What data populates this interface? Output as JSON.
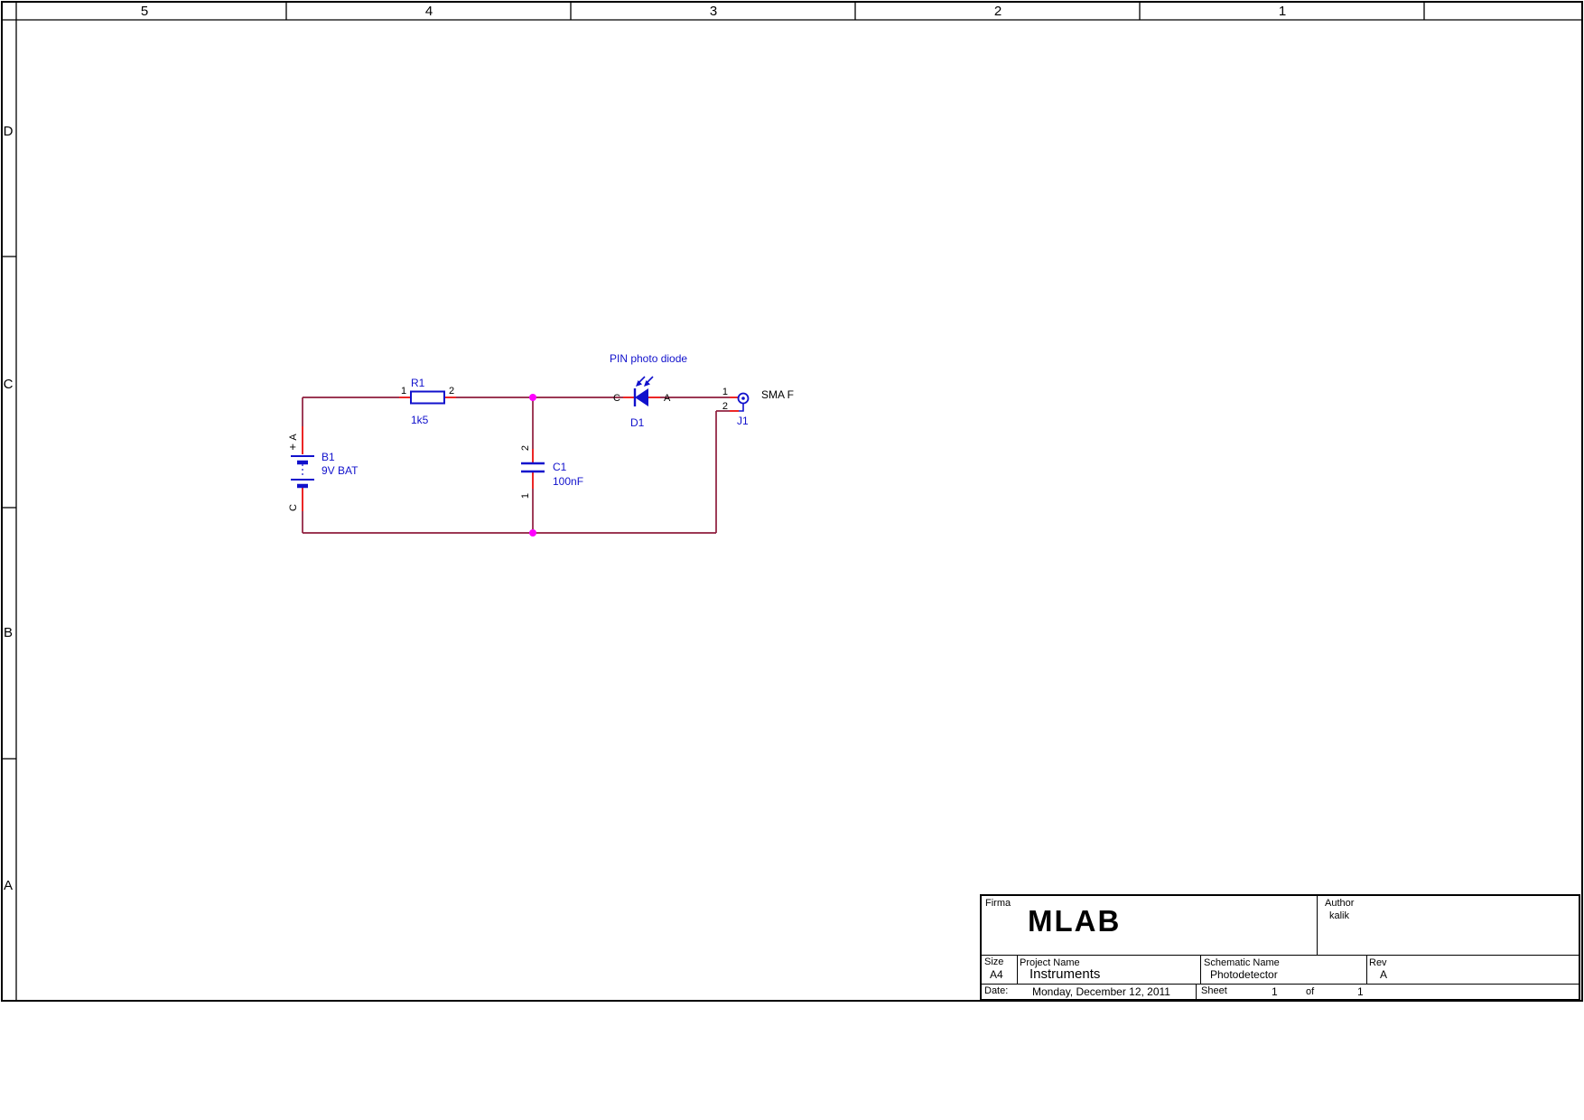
{
  "frame": {
    "columns": [
      "5",
      "4",
      "3",
      "2",
      "1"
    ],
    "rows": [
      "D",
      "C",
      "B",
      "A"
    ]
  },
  "schematic": {
    "annotation": "PIN photo diode",
    "r1": {
      "ref": "R1",
      "value": "1k5",
      "pin1": "1",
      "pin2": "2"
    },
    "b1": {
      "ref": "B1",
      "value": "9V BAT",
      "pin_a": "A",
      "pin_c": "C",
      "plus": "+"
    },
    "c1": {
      "ref": "C1",
      "value": "100nF",
      "pin1": "1",
      "pin2": "2"
    },
    "d1": {
      "ref": "D1",
      "pin_c": "C",
      "pin_a": "A"
    },
    "j1": {
      "ref": "J1",
      "value": "SMA F",
      "pin1": "1",
      "pin2": "2"
    }
  },
  "title_block": {
    "firma_label": "Firma",
    "company": "MLAB",
    "author_label": "Author",
    "author": "kalik",
    "size_label": "Size",
    "size": "A4",
    "project_label": "Project Name",
    "project": "Instruments",
    "schematic_label": "Schematic Name",
    "schematic": "Photodetector",
    "rev_label": "Rev",
    "rev": "A",
    "date_label": "Date:",
    "date": "Monday, December 12, 2011",
    "sheet_label": "Sheet",
    "sheet_number": "1",
    "of_label": "of",
    "sheet_total": "1"
  },
  "colors": {
    "wire": "#8E1C3C",
    "symbol": "#1111CC",
    "junction": "#FF00FF",
    "pin": "#E80000",
    "frame": "#000000"
  }
}
